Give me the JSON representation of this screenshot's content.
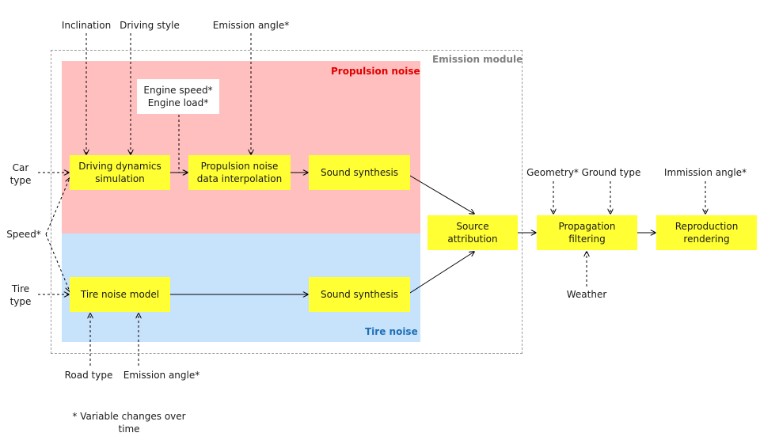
{
  "regions": {
    "propulsion": {
      "label": "Propulsion noise",
      "color": "#e00000"
    },
    "tire": {
      "label": "Tire noise",
      "color": "#1f6fb5"
    },
    "emission_module": {
      "label": "Emission module",
      "color": "#7f7f7f"
    }
  },
  "inputs": {
    "inclination": "Inclination",
    "driving_style": "Driving style",
    "emission_angle_top": "Emission angle*",
    "car_type": "Car\ntype",
    "speed": "Speed*",
    "tire_type": "Tire\ntype",
    "road_type": "Road type",
    "emission_angle_bottom": "Emission angle*",
    "engine": "Engine speed*\nEngine load*",
    "geometry": "Geometry*",
    "ground_type": "Ground type",
    "immission_angle": "Immission angle*",
    "weather": "Weather"
  },
  "blocks": {
    "driving_dynamics": "Driving dynamics\nsimulation",
    "propulsion_interp": "Propulsion noise\ndata interpolation",
    "sound_synthesis_top": "Sound synthesis",
    "tire_noise_model": "Tire noise model",
    "sound_synthesis_bottom": "Sound synthesis",
    "source_attribution": "Source\nattribution",
    "propagation_filtering": "Propagation\nfiltering",
    "reproduction_rendering": "Reproduction\nrendering"
  },
  "footnote": "* Variable changes over time",
  "colors": {
    "block_fill": "#ffff33",
    "propulsion_bg": "#ffbfbf",
    "tire_bg": "#c7e2fb"
  }
}
